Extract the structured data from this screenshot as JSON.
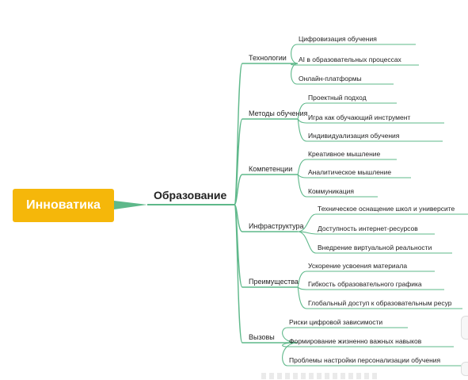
{
  "root": {
    "label": "Инноватика"
  },
  "center": {
    "label": "Образование"
  },
  "branch_color": "#5eb88a",
  "root_color": "#f5b70a",
  "categories": [
    {
      "label": "Технологии",
      "children": [
        "Цифровизация обучения",
        "AI в образовательных процессах",
        "Онлайн-платформы"
      ]
    },
    {
      "label": "Методы обучения",
      "children": [
        "Проектный подход",
        "Игра как обучающий инструмент",
        "Индивидуализация обучения"
      ]
    },
    {
      "label": "Компетенции",
      "children": [
        "Креативное мышление",
        "Аналитическое мышление",
        "Коммуникация"
      ]
    },
    {
      "label": "Инфраструктура",
      "children": [
        "Техническое оснащение школ и университе",
        "Доступность интернет-ресурсов",
        "Внедрение виртуальной реальности"
      ]
    },
    {
      "label": "Преимущества",
      "children": [
        "Ускорение усвоения материала",
        "Гибкость образовательного графика",
        "Глобальный доступ к образовательным ресур"
      ]
    },
    {
      "label": "Вызовы",
      "children": [
        "Риски цифровой зависимости",
        "Формирование жизненно важных навыков",
        "Проблемы настройки персонализации обучения"
      ]
    }
  ]
}
